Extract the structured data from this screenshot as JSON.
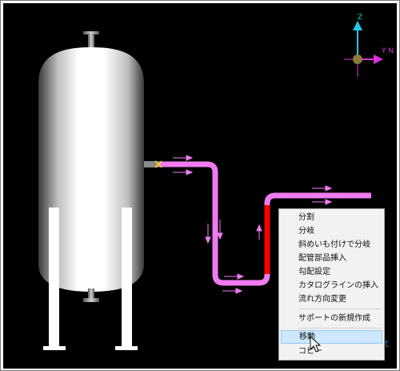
{
  "axis": {
    "z_label": "Z",
    "y_label": "Y N"
  },
  "colors": {
    "pipe": "#f07af0",
    "selected_pipe": "#ff0000",
    "flow_arrow": "#f07af0",
    "background": "#000000",
    "highlight": "#cde8ff"
  },
  "context_menu": {
    "items": [
      {
        "label": "分割"
      },
      {
        "label": "分岐"
      },
      {
        "label": "斜めいも付けで分岐"
      },
      {
        "label": "配管部品挿入"
      },
      {
        "label": "勾配設定"
      },
      {
        "label": "カタログラインの挿入"
      },
      {
        "label": "流れ方向変更"
      },
      {
        "label": "サポートの新規作成"
      },
      {
        "label": "移動"
      },
      {
        "label": "コピー"
      }
    ],
    "highlighted": "移動"
  },
  "partial_text": "t"
}
